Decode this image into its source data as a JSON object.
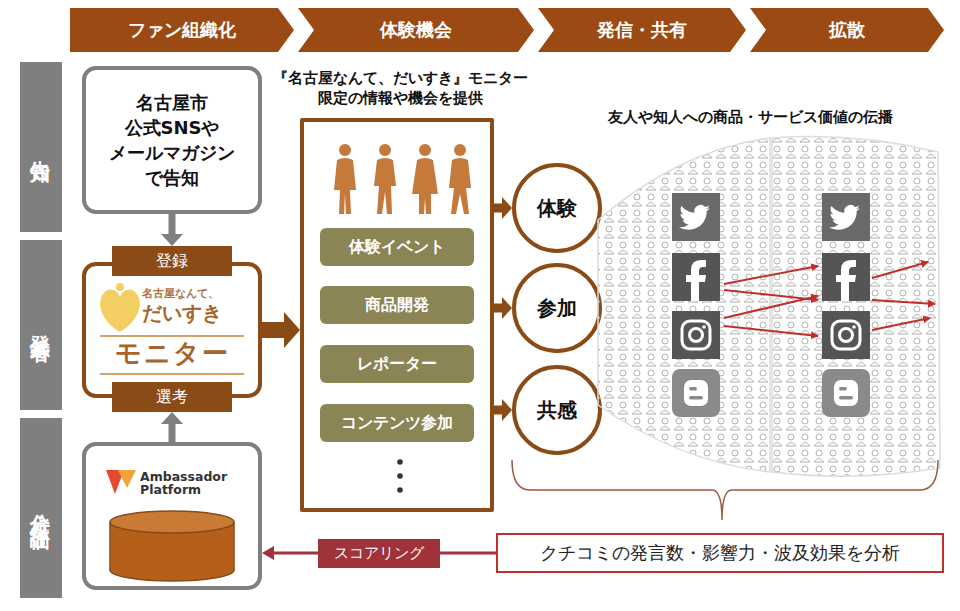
{
  "diagram": {
    "nodes": [
      {
        "text": [
          "ファン組織化"
        ]
      },
      {
        "text": [
          "体験機会"
        ]
      },
      {
        "text": [
          "発信・共有"
        ]
      },
      {
        "text": [
          "拡散"
        ]
      },
      {
        "text": [
          "告知"
        ]
      },
      {
        "text": [
          "名古屋市 公式SNSや メールマガジン で告知"
        ]
      },
      {
        "text": [
          "『名古屋なんて、だいすき』モニター 限定の情報や機会を提供"
        ]
      },
      {
        "text": [
          "体験イベント"
        ],
        "in": 6
      },
      {
        "text": [
          "商品開発"
        ],
        "in": 6
      },
      {
        "text": [
          "レポーター"
        ],
        "in": 6
      },
      {
        "text": [
          "コンテンツ参加"
        ],
        "in": 6
      },
      {
        "text": [
          "体験"
        ]
      },
      {
        "text": [
          "参加"
        ]
      },
      {
        "text": [
          "共感"
        ]
      },
      {
        "text": [
          "登録者"
        ]
      },
      {
        "text": [
          "名古屋なんて、",
          "だいすき",
          "モニター"
        ]
      },
      {
        "text": [
          "登録"
        ],
        "in": 15
      },
      {
        "text": [
          "選考"
        ],
        "in": 15
      },
      {
        "text": [
          "分析・評価"
        ]
      },
      {
        "text": [
          "Ambassador Platform"
        ]
      },
      {
        "text": [
          "クチコミの発言数・影響力・波及効果を分析"
        ]
      }
    ],
    "edges": [
      {
        "from": 5,
        "to": 16,
        "arrow": "to"
      },
      {
        "from": 19,
        "to": 17,
        "arrow": "to"
      },
      {
        "from": 15,
        "to": 6,
        "arrow": "to"
      },
      {
        "from": 6,
        "to": 11,
        "arrow": "to"
      },
      {
        "from": 6,
        "to": 12,
        "arrow": "to"
      },
      {
        "from": 6,
        "to": 13,
        "arrow": "to"
      },
      {
        "from": 20,
        "to": 19,
        "label": "スコアリング",
        "arrow": "to"
      }
    ],
    "labels": [
      "友人や知人への商品・サービス価値の伝播"
    ]
  }
}
